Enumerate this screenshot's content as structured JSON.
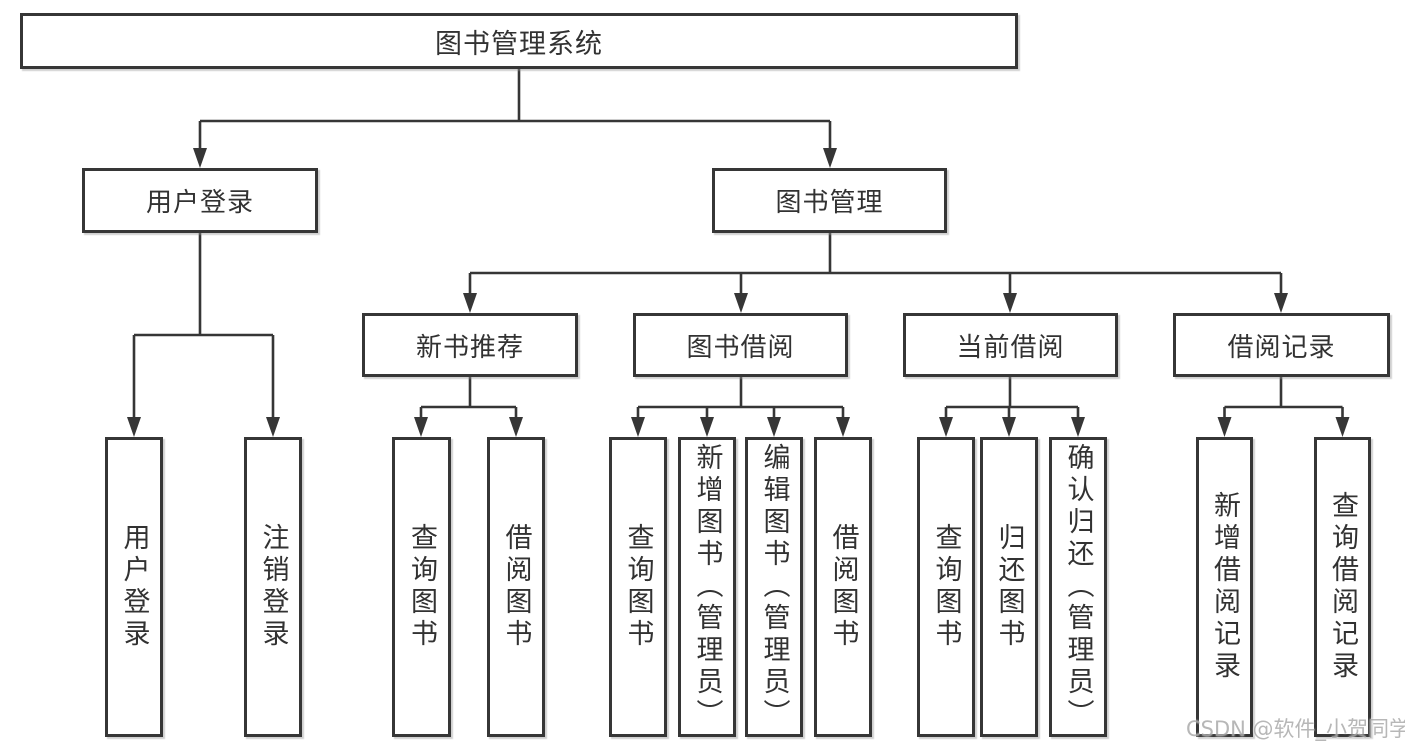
{
  "tree": {
    "root": {
      "label": "图书管理系统"
    },
    "branches": [
      {
        "label": "用户登录",
        "children": [
          "用户登录",
          "注销登录"
        ]
      },
      {
        "label": "图书管理",
        "groups": [
          {
            "label": "新书推荐",
            "children": [
              "查询图书",
              "借阅图书"
            ]
          },
          {
            "label": "图书借阅",
            "children": [
              "查询图书",
              "新增图书（管理员）",
              "编辑图书（管理员）",
              "借阅图书"
            ]
          },
          {
            "label": "当前借阅",
            "children": [
              "查询图书",
              "归还图书",
              "确认归还（管理员）"
            ]
          },
          {
            "label": "借阅记录",
            "children": [
              "新增借阅记录",
              "查询借阅记录"
            ]
          }
        ]
      }
    ]
  },
  "watermark": "CSDN @软件_小贺同学",
  "colors": {
    "line": "#363636",
    "text": "#323232",
    "box_background": "#ffffff",
    "watermark": "#ababab",
    "page_background": "#ffffff"
  }
}
